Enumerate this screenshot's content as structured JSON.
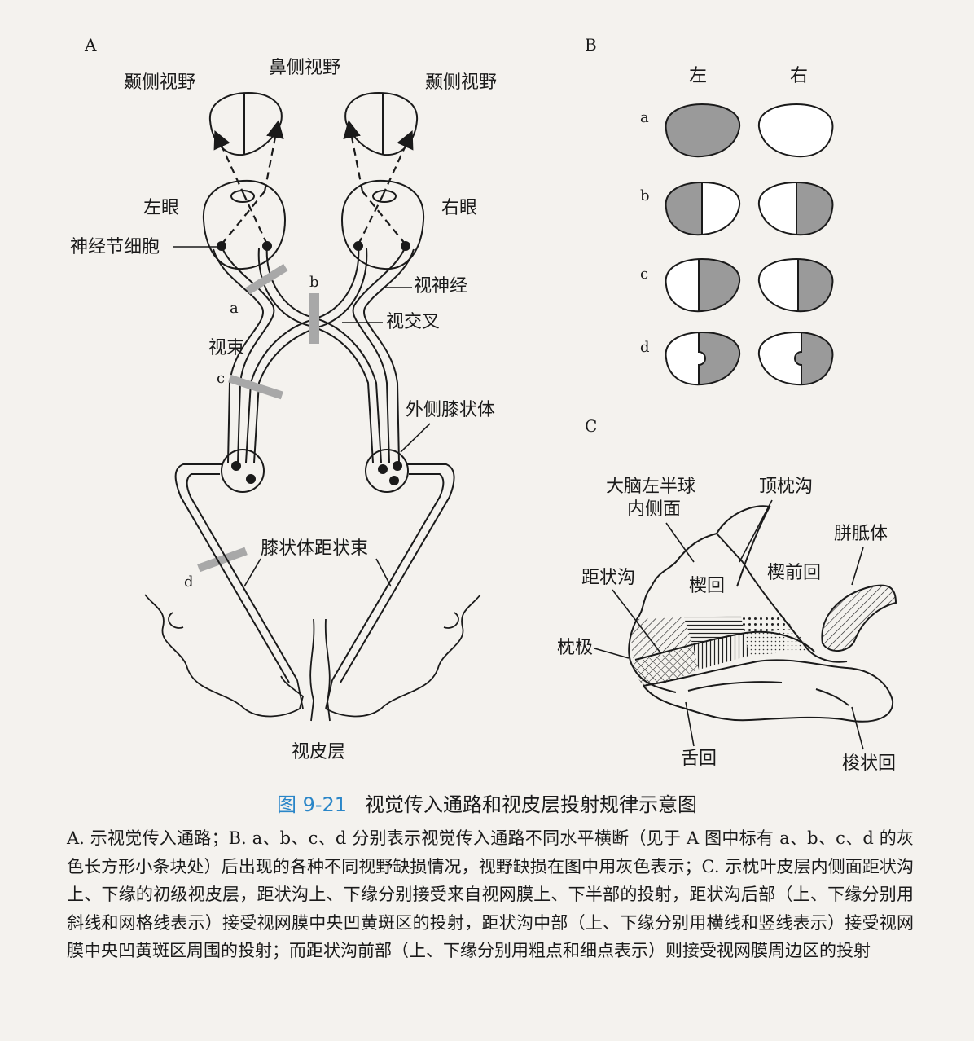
{
  "panels": {
    "a": "A",
    "b": "B",
    "c": "C"
  },
  "panelA": {
    "temporal_field_left": "颞侧视野",
    "nasal_field": "鼻侧视野",
    "temporal_field_right": "颞侧视野",
    "left_eye": "左眼",
    "right_eye": "右眼",
    "ganglion_cells": "神经节细胞",
    "optic_nerve": "视神经",
    "optic_chiasm": "视交叉",
    "optic_tract": "视束",
    "lgn": "外侧膝状体",
    "radiation": "膝状体距状束",
    "visual_cortex": "视皮层",
    "cut_a": "a",
    "cut_b": "b",
    "cut_c": "c",
    "cut_d": "d"
  },
  "panelB": {
    "left": "左",
    "right": "右",
    "rows": [
      "a",
      "b",
      "c",
      "d"
    ]
  },
  "panelC": {
    "medial_surface": [
      "大脑左半球",
      "内侧面"
    ],
    "parieto_occipital": "顶枕沟",
    "corpus_callosum": "胼胝体",
    "calcarine": "距状沟",
    "cuneus": "楔回",
    "precuneus": "楔前回",
    "occipital_pole": "枕极",
    "lingual": "舌回",
    "fusiform": "梭状回"
  },
  "colors": {
    "deficit_gray": "#9a9a9a",
    "cut_bar": "#a8a8a8",
    "figure_number": "#2a86c8"
  },
  "caption": {
    "number": "图 9-21",
    "title": "视觉传入通路和视皮层投射规律示意图",
    "body": "A. 示视觉传入通路；B. a、b、c、d 分别表示视觉传入通路不同水平横断（见于 A 图中标有 a、b、c、d 的灰色长方形小条块处）后出现的各种不同视野缺损情况，视野缺损在图中用灰色表示；C. 示枕叶皮层内侧面距状沟上、下缘的初级视皮层，距状沟上、下缘分别接受来自视网膜上、下半部的投射，距状沟后部（上、下缘分别用斜线和网格线表示）接受视网膜中央凹黄斑区的投射，距状沟中部（上、下缘分别用横线和竖线表示）接受视网膜中央凹黄斑区周围的投射；而距状沟前部（上、下缘分别用粗点和细点表示）则接受视网膜周边区的投射"
  }
}
